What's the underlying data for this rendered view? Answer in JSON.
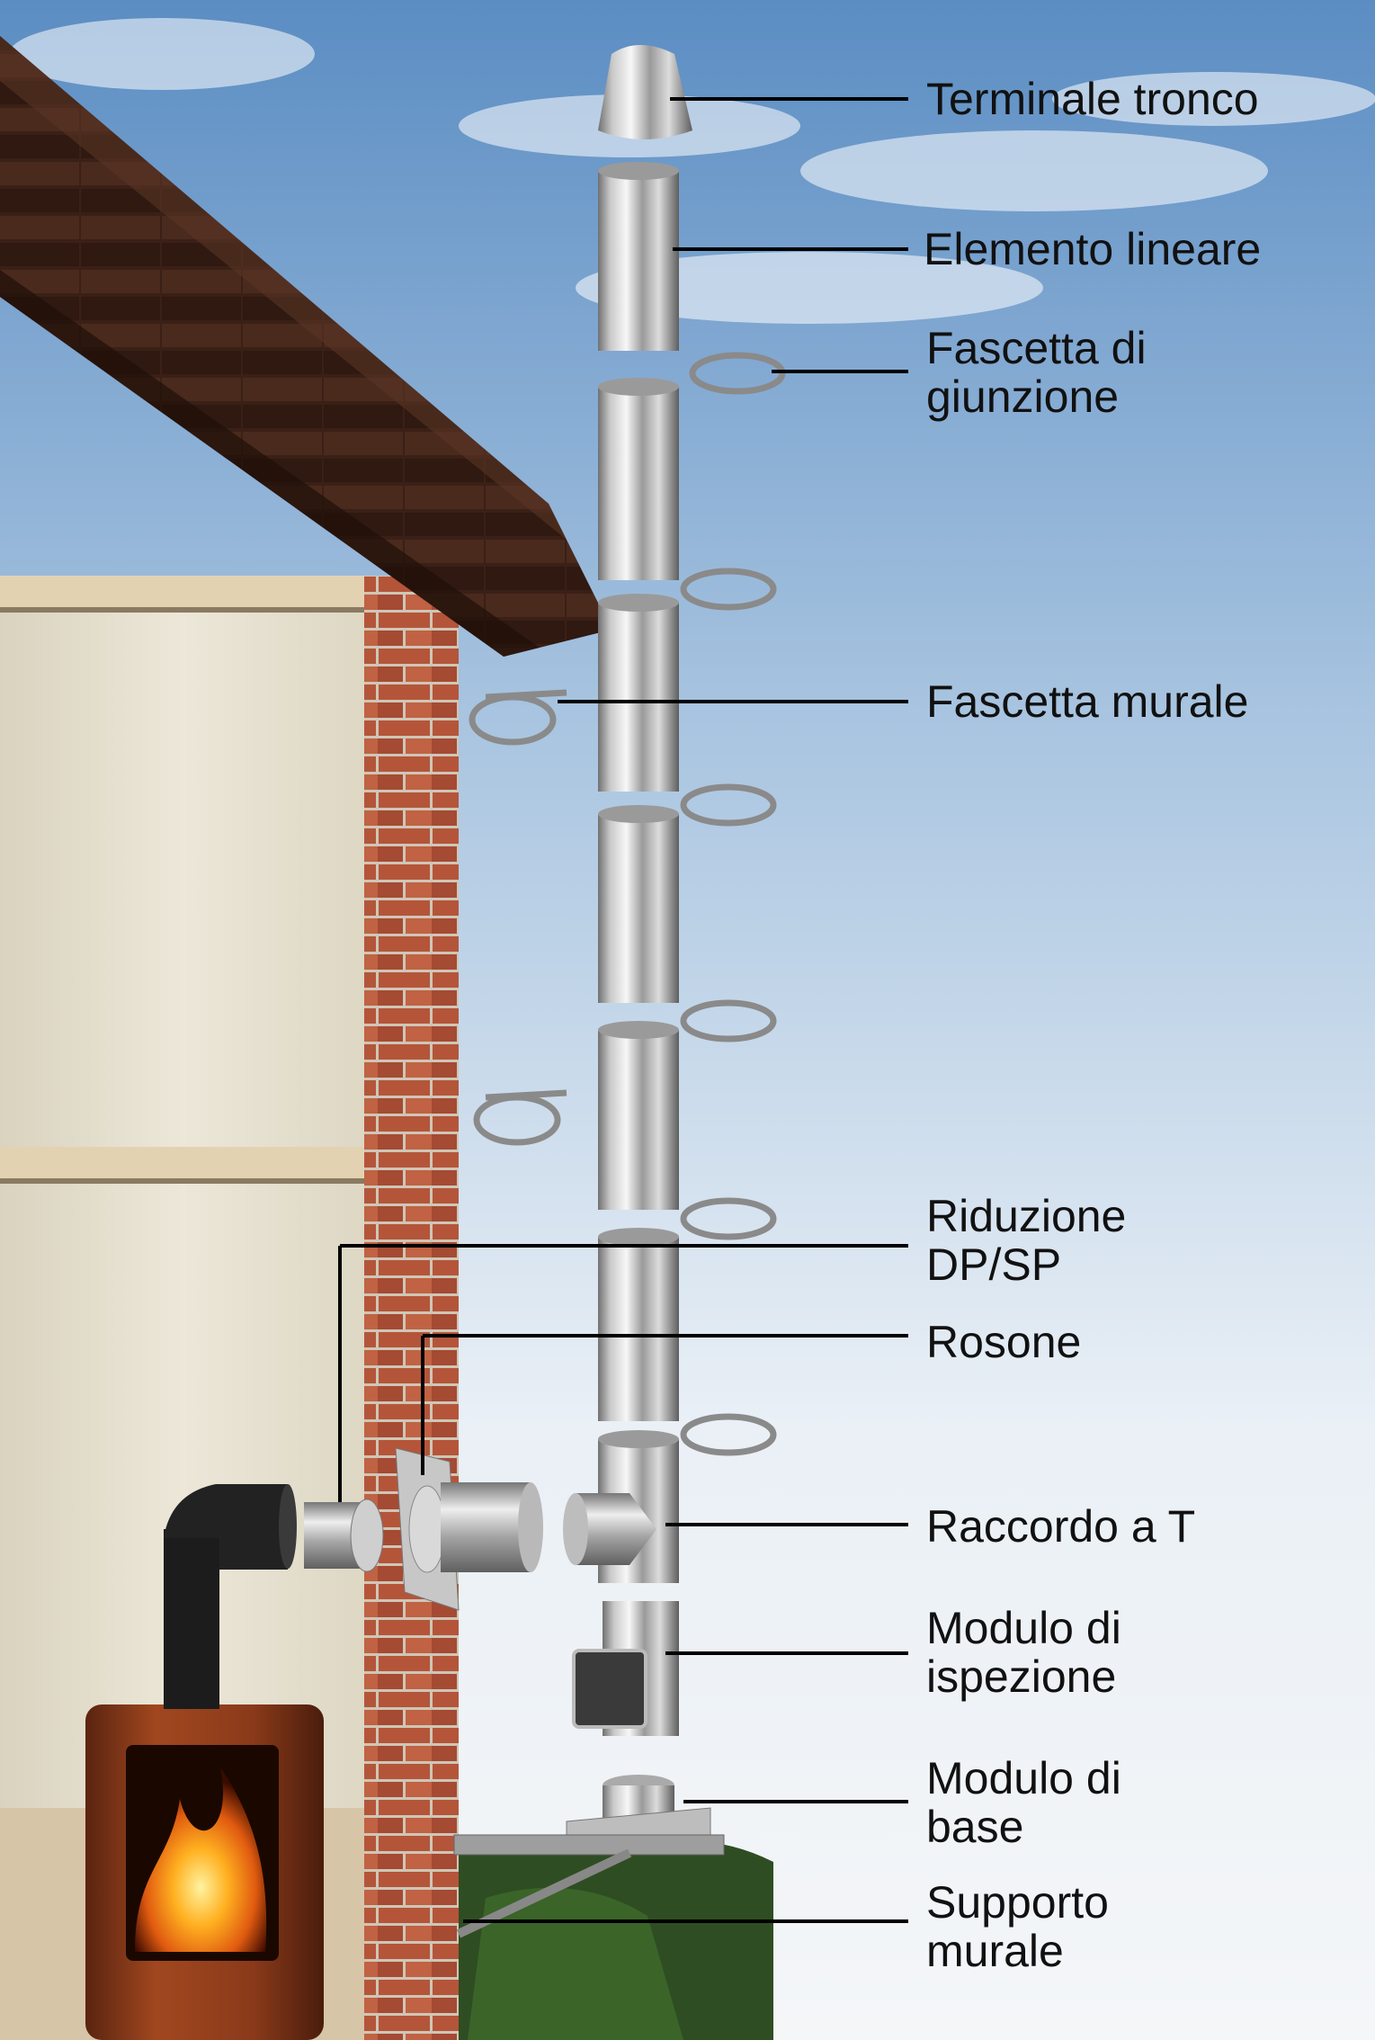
{
  "labels": {
    "terminale_tronco": "Terminale tronco",
    "elemento_lineare": "Elemento lineare",
    "fascetta_giunzione": [
      "Fascetta di",
      "giunzione"
    ],
    "fascetta_murale": "Fascetta murale",
    "riduzione": [
      "Riduzione",
      "DP/SP"
    ],
    "rosone": "Rosone",
    "raccordo_t": "Raccordo a T",
    "modulo_ispezione": [
      "Modulo di",
      "ispezione"
    ],
    "modulo_base": [
      "Modulo di",
      "base"
    ],
    "supporto_murale": [
      "Supporto",
      "murale"
    ]
  },
  "colors": {
    "sky_top": "#5d8fc4",
    "sky_bottom": "#eef3f8",
    "wall": "#e8e3d2",
    "brick": "#b5563a",
    "roof": "#3a1f14",
    "steel_light": "#f2f2f2",
    "steel_dark": "#6e6e6e",
    "stove_body": "#8a3a1c",
    "flue_black": "#1b1b1b",
    "leader_line": "#000000"
  }
}
